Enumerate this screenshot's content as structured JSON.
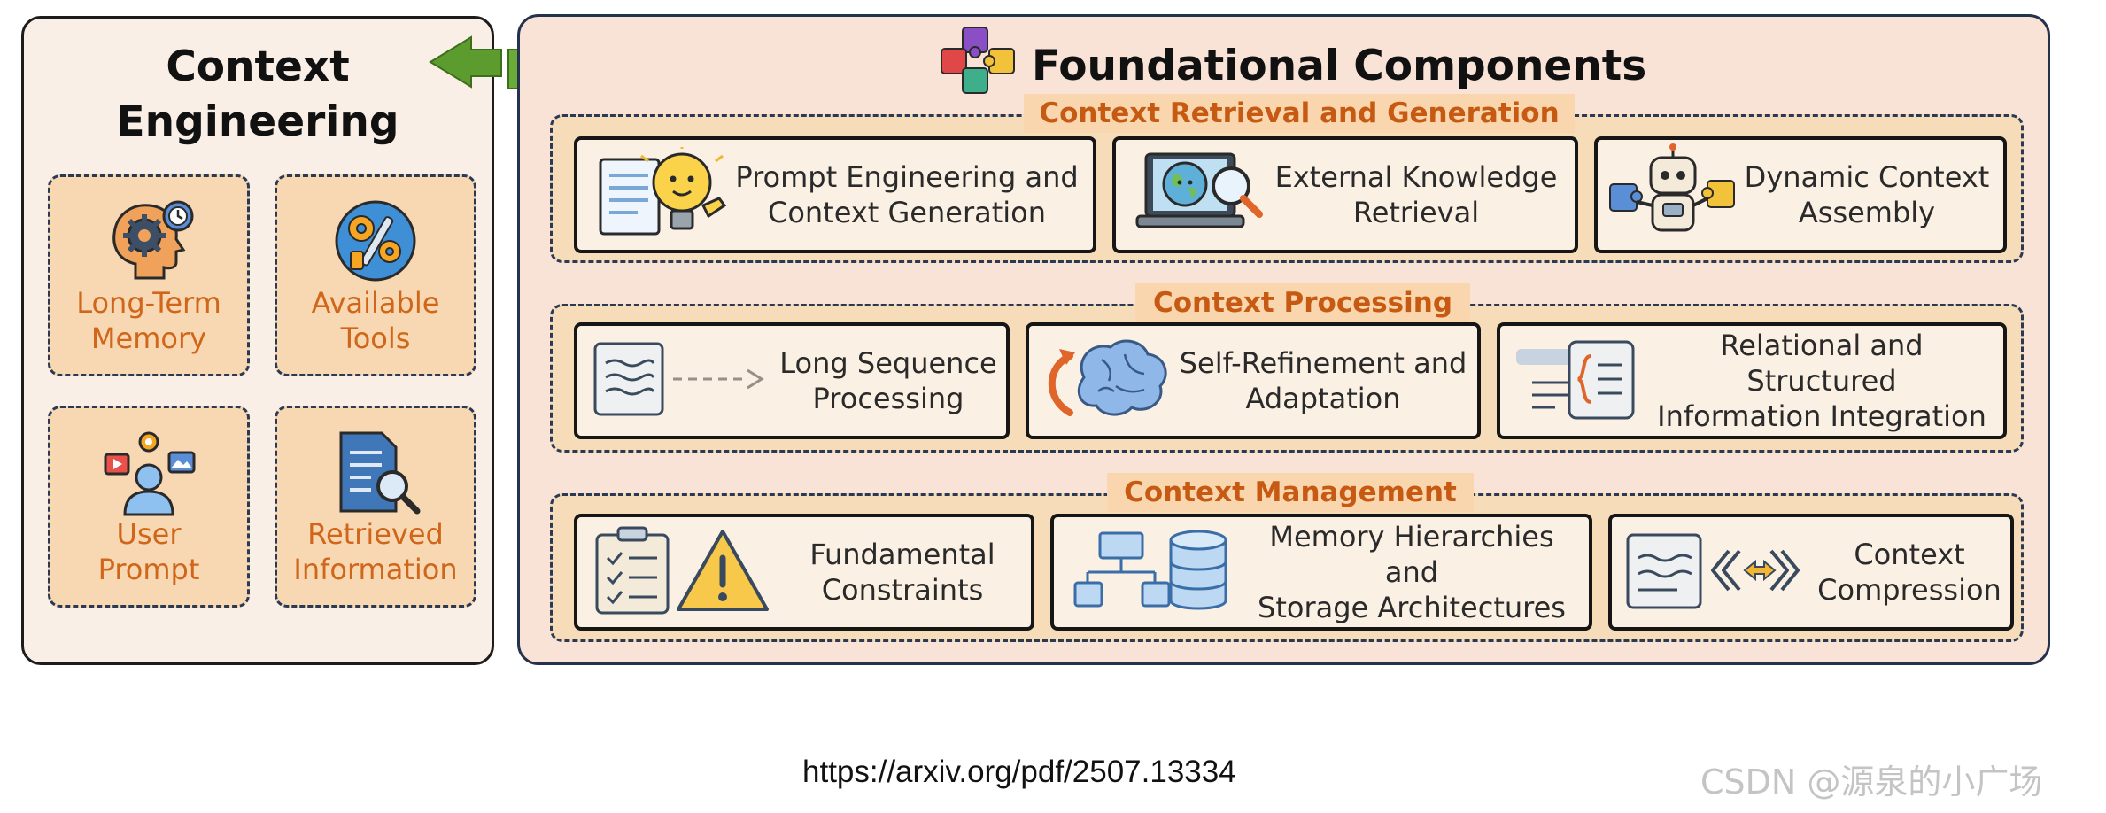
{
  "left": {
    "title": "Context\nEngineering",
    "cards": [
      {
        "label": "Long-Term\nMemory",
        "icon": "head-gear-clock-icon"
      },
      {
        "label": "Available\nTools",
        "icon": "tools-gears-icon"
      },
      {
        "label": "User\nPrompt",
        "icon": "user-media-icon"
      },
      {
        "label": "Retrieved\nInformation",
        "icon": "document-search-icon"
      }
    ]
  },
  "right": {
    "title": "Foundational Components",
    "title_icon": "puzzle-pieces-icon",
    "sections": [
      {
        "label": "Context Retrieval and Generation",
        "cards": [
          {
            "label": "Prompt Engineering and\nContext Generation",
            "icon": "lightbulb-document-icon"
          },
          {
            "label": "External Knowledge\nRetrieval",
            "icon": "laptop-globe-search-icon"
          },
          {
            "label": "Dynamic Context\nAssembly",
            "icon": "robot-puzzle-icon"
          }
        ]
      },
      {
        "label": "Context Processing",
        "cards": [
          {
            "label": "Long Sequence\nProcessing",
            "icon": "document-arrow-icon"
          },
          {
            "label": "Self-Refinement and\nAdaptation",
            "icon": "brain-cycle-icon"
          },
          {
            "label": "Relational and Structured\nInformation Integration",
            "icon": "structured-braces-icon"
          }
        ]
      },
      {
        "label": "Context Management",
        "cards": [
          {
            "label": "Fundamental\nConstraints",
            "icon": "checklist-warning-icon"
          },
          {
            "label": "Memory Hierarchies and\nStorage Architectures",
            "icon": "hierarchy-database-icon"
          },
          {
            "label": "Context\nCompression",
            "icon": "document-compress-icon"
          }
        ]
      }
    ]
  },
  "footer": {
    "url": "https://arxiv.org/pdf/2507.13334",
    "watermark": "CSDN @源泉的小广场"
  },
  "colors": {
    "section_label": "#c65a12",
    "left_label": "#d0661a",
    "arrow": "#5a9a2e",
    "panel_border": "#24324f",
    "card_border": "#161616"
  }
}
